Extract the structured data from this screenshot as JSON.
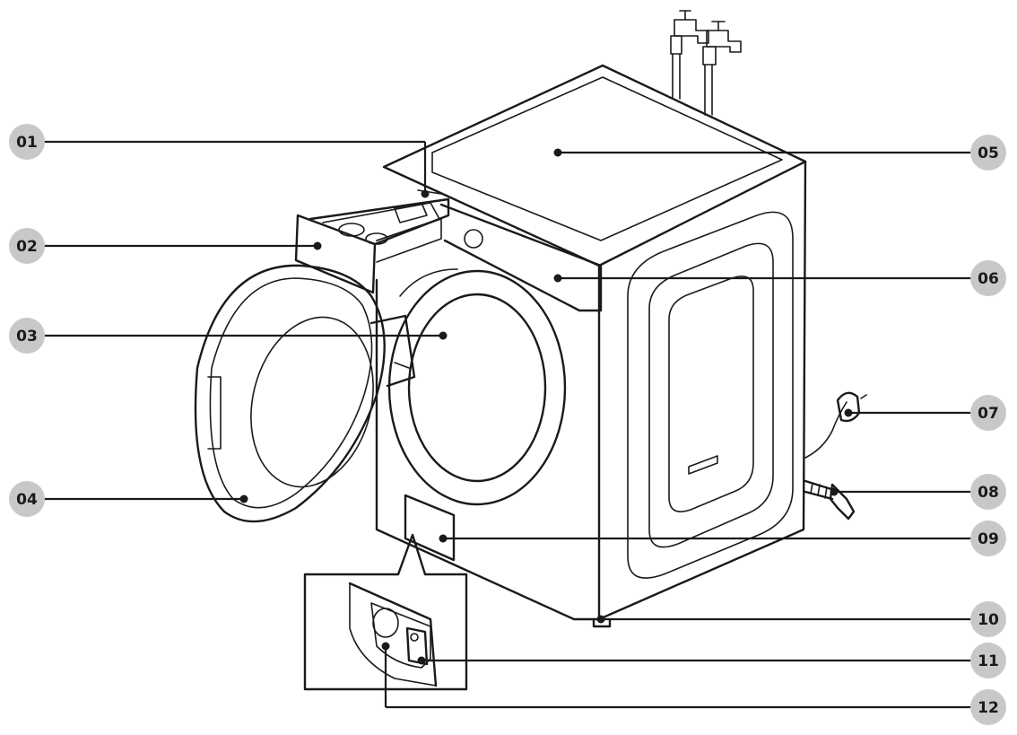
{
  "colors": {
    "badge": "#c8c8c8",
    "line": "#1a1a1a",
    "background": "#ffffff"
  },
  "callouts": [
    {
      "id": "01"
    },
    {
      "id": "02"
    },
    {
      "id": "03"
    },
    {
      "id": "04"
    },
    {
      "id": "05"
    },
    {
      "id": "06"
    },
    {
      "id": "07"
    },
    {
      "id": "08"
    },
    {
      "id": "09"
    },
    {
      "id": "10"
    },
    {
      "id": "11"
    },
    {
      "id": "12"
    }
  ]
}
